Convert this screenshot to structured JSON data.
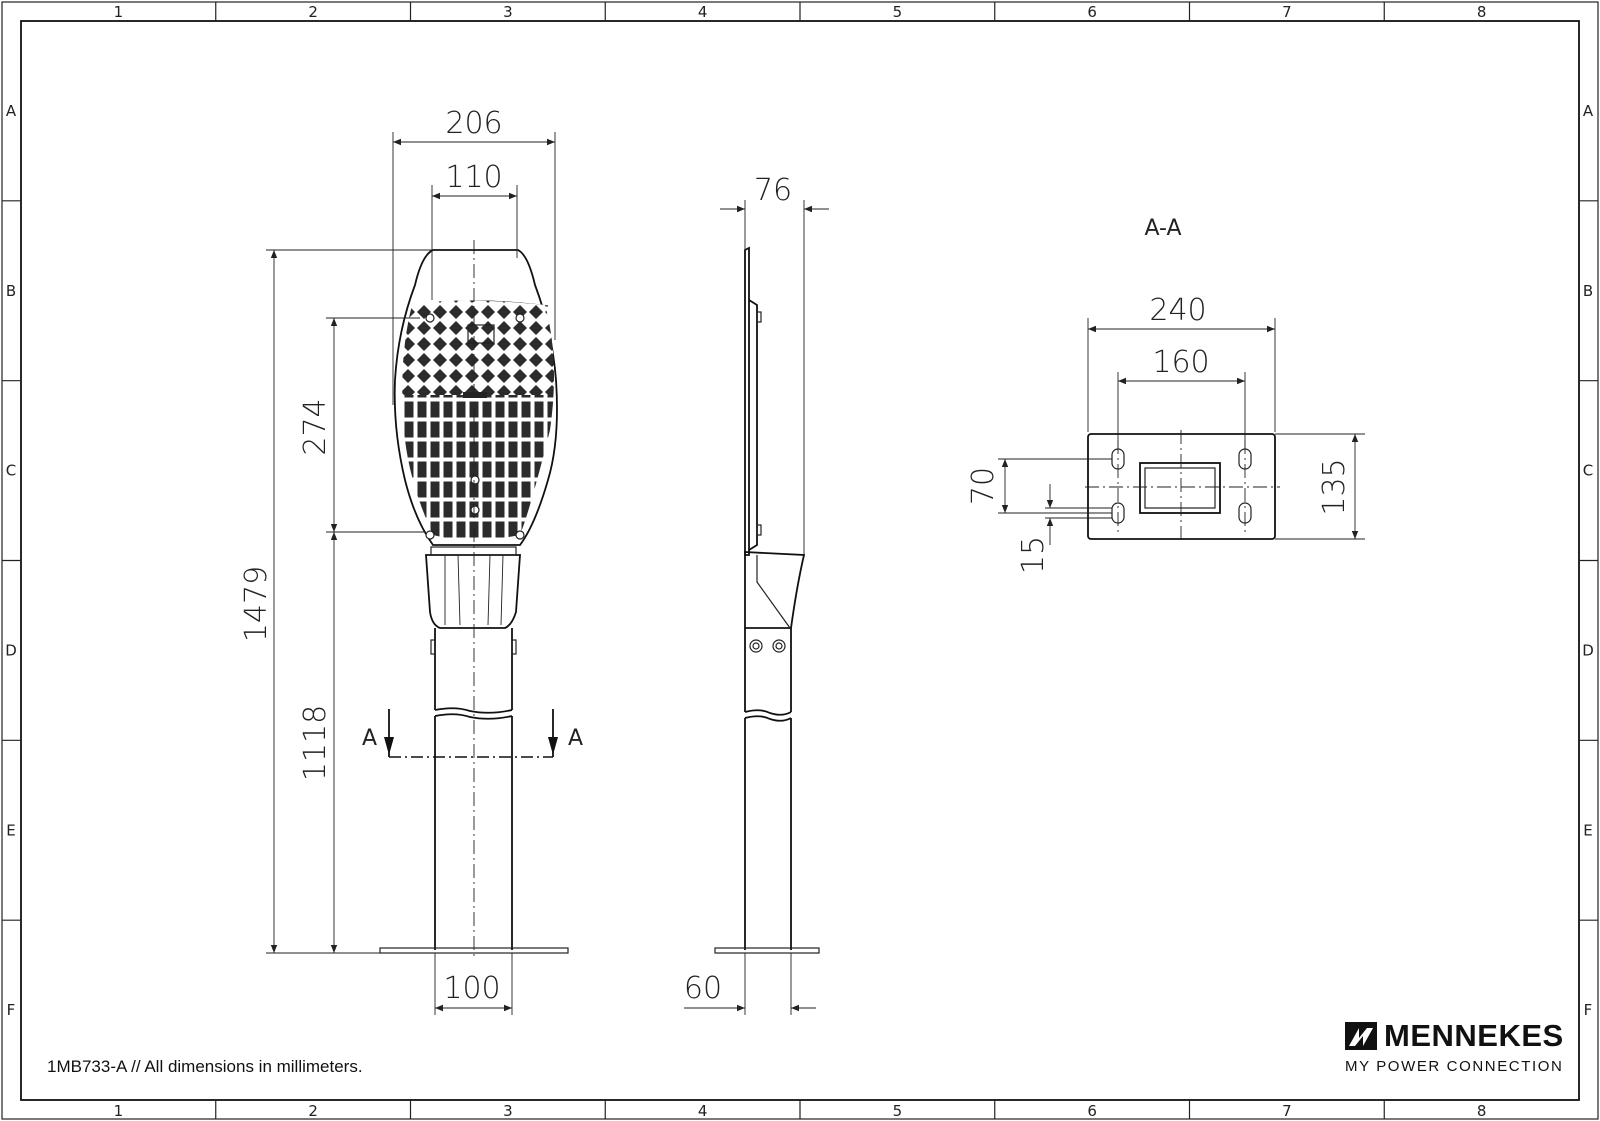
{
  "drawing": {
    "grid_columns": [
      "1",
      "2",
      "3",
      "4",
      "5",
      "6",
      "7",
      "8"
    ],
    "grid_rows": [
      "A",
      "B",
      "C",
      "D",
      "E",
      "F"
    ],
    "front_view": {
      "width_total": "206",
      "width_head": "110",
      "height_total": "1479",
      "height_head": "274",
      "height_post": "1118",
      "base_width": "100",
      "section_marker": "A"
    },
    "side_view": {
      "depth": "76",
      "base_depth": "60"
    },
    "section_view": {
      "title": "A-A",
      "plate_width": "240",
      "hole_spacing_x": "160",
      "hole_spacing_y": "70",
      "slot_width": "15",
      "plate_height": "135"
    }
  },
  "footer": {
    "note": "1MB733-A // All dimensions in millimeters.",
    "brand": "MENNEKES",
    "slogan": "MY POWER CONNECTION"
  }
}
